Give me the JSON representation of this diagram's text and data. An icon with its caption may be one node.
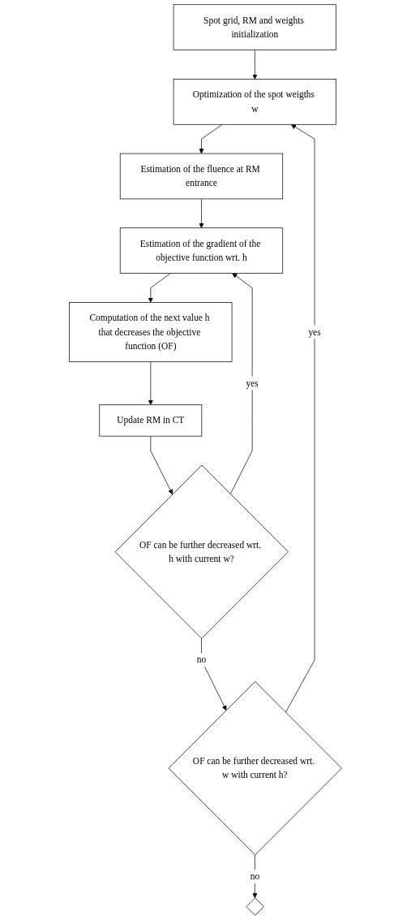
{
  "diagram": {
    "nodes": [
      {
        "text": [
          "Spot grid, RM and weights initialization"
        ]
      },
      {
        "text": [
          "Optimization of the spot weigths w"
        ]
      },
      {
        "text": [
          "Estimation of the fluence at RM entrance"
        ]
      },
      {
        "text": [
          "Estimation of the gradient of the objective function wrt. h"
        ]
      },
      {
        "text": [
          "Computation of the next value h that decreases the objective function (OF)"
        ]
      },
      {
        "text": [
          "Update RM in CT"
        ]
      },
      {
        "text": [
          "OF can be further decreased wrt. h with current w?"
        ]
      },
      {
        "text": [
          "OF can be further decreased wrt. w with current h?"
        ]
      },
      {
        "text": [],
        "shape": "diamond"
      }
    ],
    "edges": [
      {
        "from": 0,
        "to": 1,
        "arrow": "to"
      },
      {
        "from": 1,
        "to": 2,
        "arrow": "to"
      },
      {
        "from": 2,
        "to": 3,
        "arrow": "to"
      },
      {
        "from": 3,
        "to": 4,
        "arrow": "to"
      },
      {
        "from": 4,
        "to": 5,
        "arrow": "to"
      },
      {
        "from": 5,
        "to": 6,
        "arrow": "to"
      },
      {
        "from": 6,
        "to": 3,
        "arrow": "to",
        "label": "yes"
      },
      {
        "from": 6,
        "to": 7,
        "arrow": "to",
        "label": "no"
      },
      {
        "from": 7,
        "to": 1,
        "arrow": "to",
        "label": "yes"
      },
      {
        "from": 7,
        "to": 8,
        "arrow": "to",
        "label": "no"
      }
    ]
  }
}
